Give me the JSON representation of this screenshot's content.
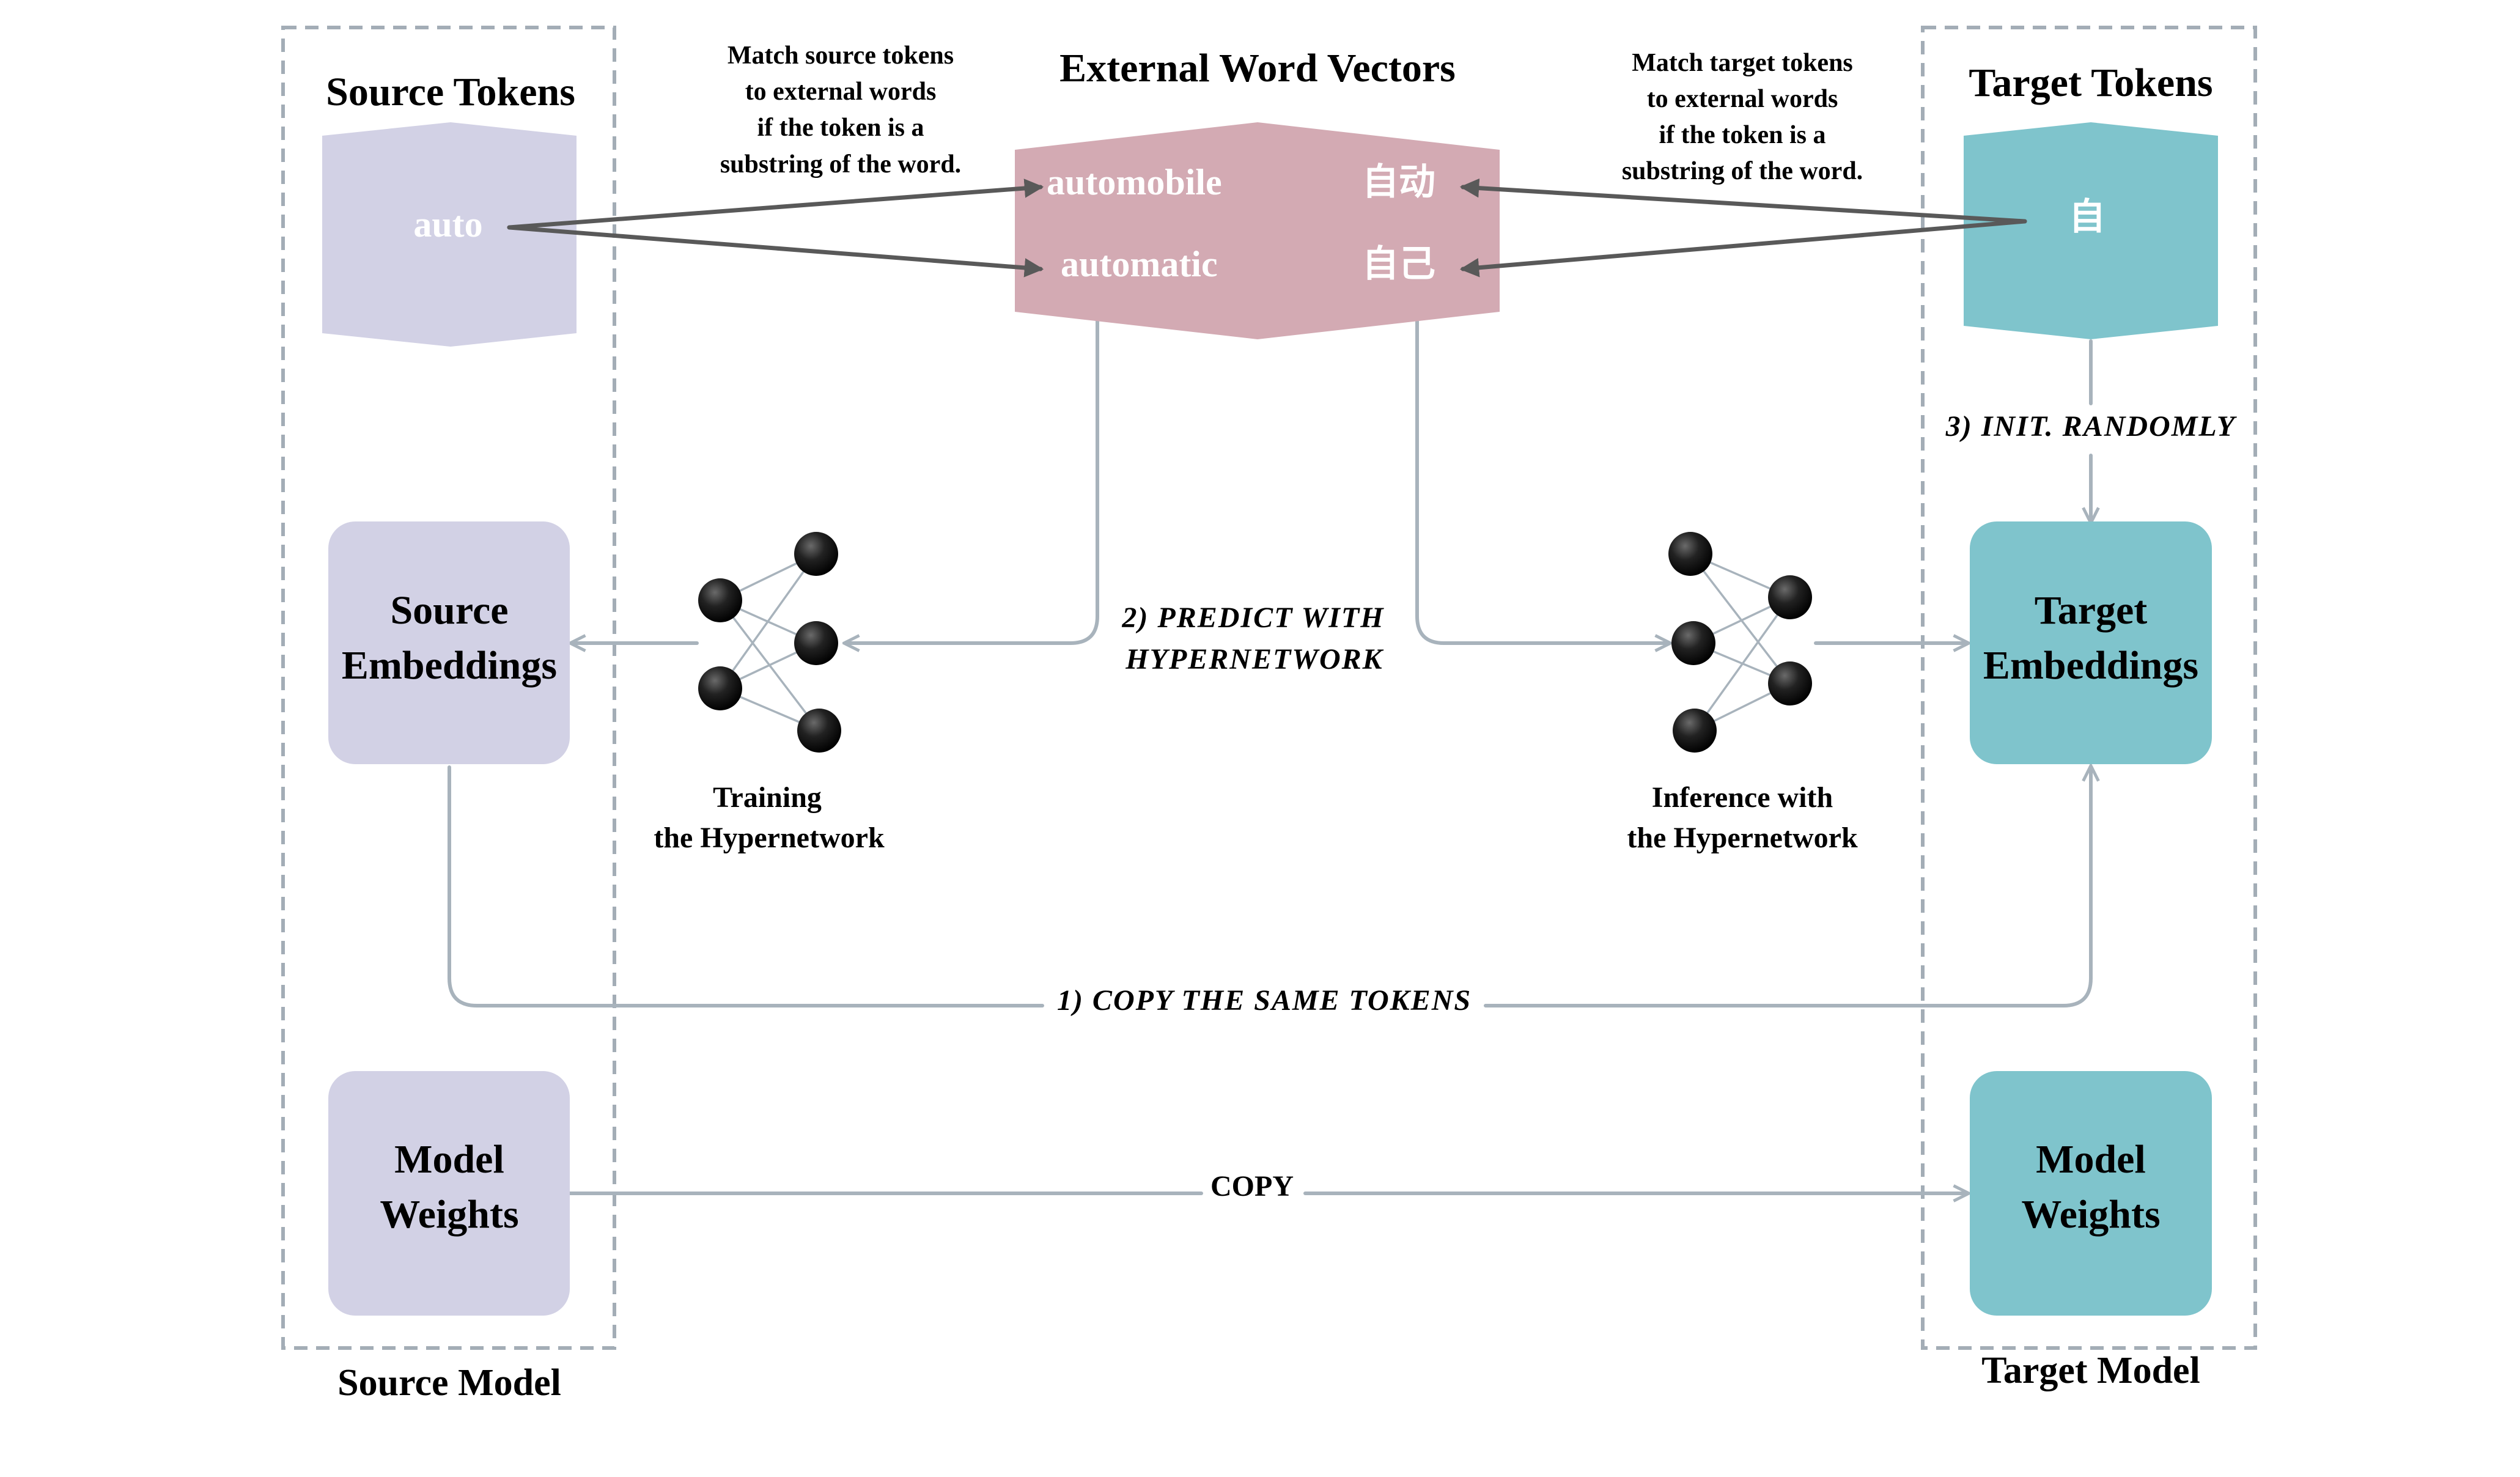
{
  "colors": {
    "source": "#d2d1e5",
    "target": "#7fc4cc",
    "external": "#d3aab3",
    "connector": "#a8b3bc",
    "dark_arrow": "#595959",
    "frame": "#a3adb6"
  },
  "source_model": {
    "tokens_title": "Source Tokens",
    "token": "auto",
    "embeddings_label_line1": "Source",
    "embeddings_label_line2": "Embeddings",
    "weights_label_line1": "Model",
    "weights_label_line2": "Weights",
    "frame_caption": "Source Model"
  },
  "target_model": {
    "tokens_title": "Target Tokens",
    "token": "自",
    "embeddings_label_line1": "Target",
    "embeddings_label_line2": "Embeddings",
    "weights_label_line1": "Model",
    "weights_label_line2": "Weights",
    "frame_caption": "Target Model"
  },
  "external_vectors": {
    "title": "External Word Vectors",
    "words": [
      "automobile",
      "automatic",
      "自动",
      "自己"
    ]
  },
  "notes": {
    "source_match": [
      "Match source tokens",
      "to external words",
      "if the token is a",
      "substring of the word."
    ],
    "target_match": [
      "Match target tokens",
      "to external words",
      "if the token is a",
      "substring of the word."
    ]
  },
  "steps": {
    "copy_tokens": "1) COPY THE SAME TOKENS",
    "predict_line1": "2) PREDICT WITH",
    "predict_line2": "HYPERNETWORK",
    "init_randomly": "3) INIT. RANDOMLY",
    "copy_weights": "COPY"
  },
  "hypernetwork": {
    "training_line1": "Training",
    "training_line2": "the Hypernetwork",
    "inference_line1": "Inference with",
    "inference_line2": "the Hypernetwork"
  }
}
